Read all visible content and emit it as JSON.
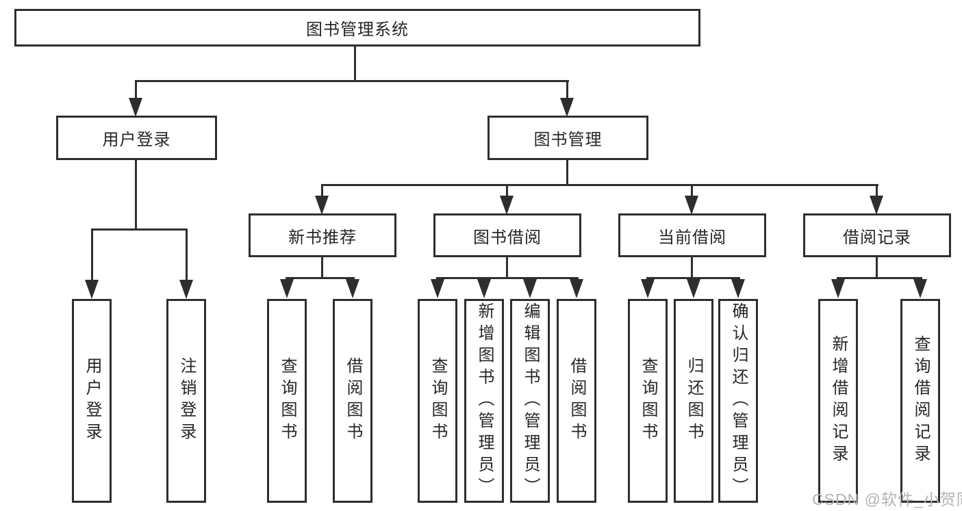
{
  "tree": {
    "root": "图书管理系统",
    "branches": [
      {
        "label": "用户登录",
        "children": [
          "用户登录",
          "注销登录"
        ]
      },
      {
        "label": "图书管理",
        "groups": [
          {
            "label": "新书推荐",
            "children": [
              "查询图书",
              "借阅图书"
            ]
          },
          {
            "label": "图书借阅",
            "children": [
              "查询图书",
              "新增图书（管理员）",
              "编辑图书（管理员）",
              "借阅图书"
            ]
          },
          {
            "label": "当前借阅",
            "children": [
              "查询图书",
              "归还图书",
              "确认归还（管理员）"
            ]
          },
          {
            "label": "借阅记录",
            "children": [
              "新增借阅记录",
              "查询借阅记录"
            ]
          }
        ]
      }
    ]
  },
  "watermark": {
    "text": "CSDN @软件_小贺同学"
  },
  "colors": {
    "line": "#2e2e2e",
    "text": "#262626",
    "watermark": "#b3b3b3",
    "background": "#ffffff"
  }
}
